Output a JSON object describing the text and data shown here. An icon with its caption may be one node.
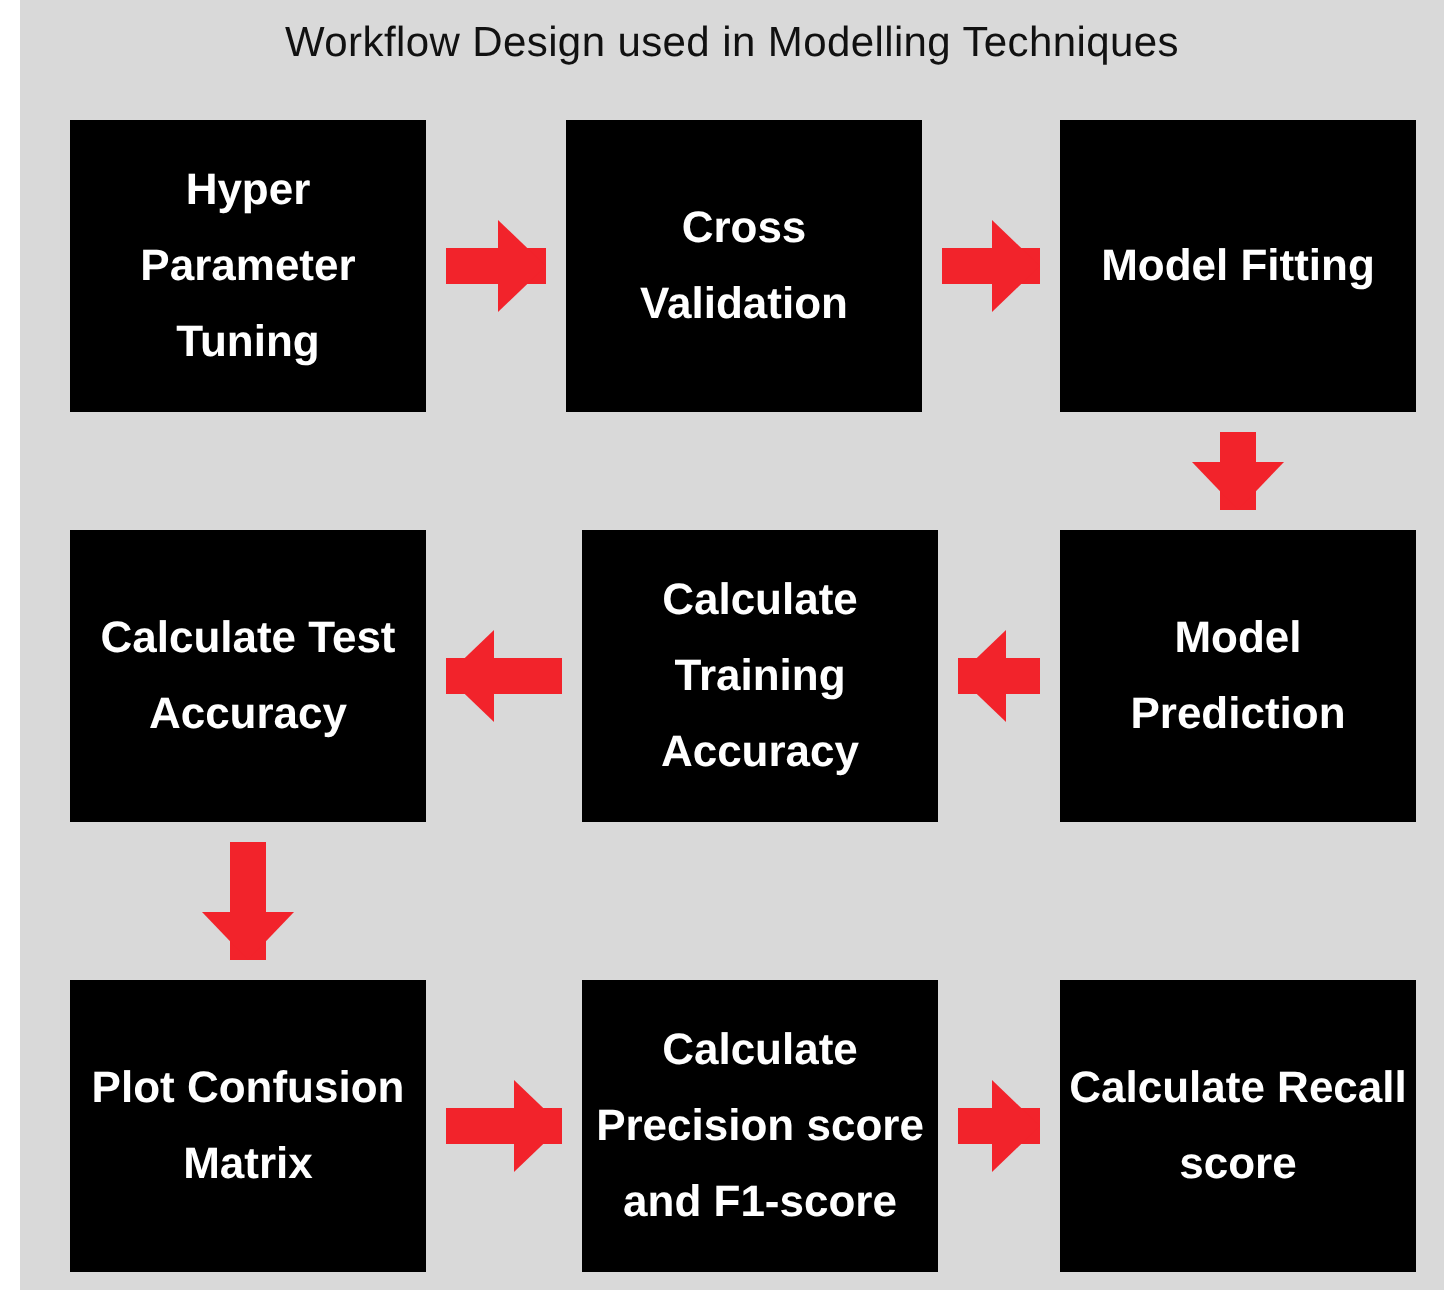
{
  "diagram": {
    "title": "Workflow Design used in Modelling Techniques",
    "nodes": [
      {
        "text": [
          "Hyper Parameter Tuning"
        ]
      },
      {
        "text": [
          "Cross Validation"
        ]
      },
      {
        "text": [
          "Model Fitting"
        ]
      },
      {
        "text": [
          "Calculate Test Accuracy"
        ]
      },
      {
        "text": [
          "Calculate Training Accuracy"
        ]
      },
      {
        "text": [
          "Model Prediction"
        ]
      },
      {
        "text": [
          "Plot Confusion Matrix"
        ]
      },
      {
        "text": [
          "Calculate Precision score and F1-score"
        ]
      },
      {
        "text": [
          "Calculate Recall score"
        ]
      }
    ],
    "edges": [
      {
        "from": 0,
        "to": 1,
        "arrow": "to"
      },
      {
        "from": 1,
        "to": 2,
        "arrow": "to"
      },
      {
        "from": 2,
        "to": 5,
        "arrow": "to"
      },
      {
        "from": 5,
        "to": 4,
        "arrow": "to"
      },
      {
        "from": 4,
        "to": 3,
        "arrow": "to"
      },
      {
        "from": 3,
        "to": 6,
        "arrow": "to"
      },
      {
        "from": 6,
        "to": 7,
        "arrow": "to"
      },
      {
        "from": 7,
        "to": 8,
        "arrow": "to"
      }
    ]
  }
}
